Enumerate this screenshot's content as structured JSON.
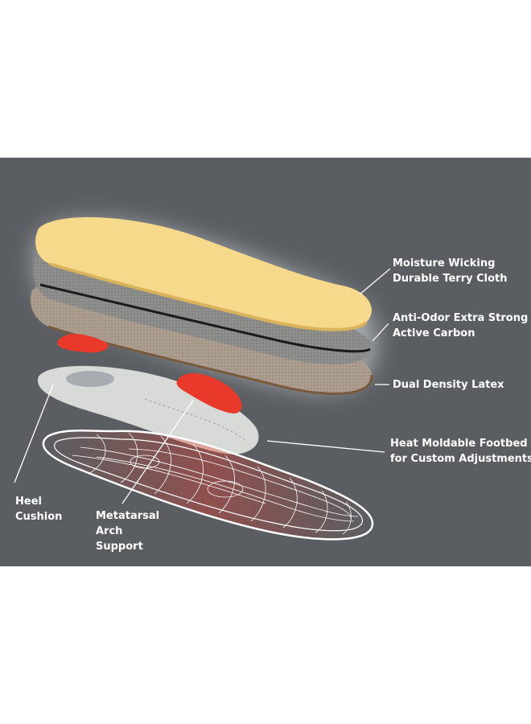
{
  "labels": {
    "terry_cloth": {
      "line1": "Moisture Wicking",
      "line2": "Durable Terry Cloth"
    },
    "carbon": {
      "line1": "Anti-Odor Extra Strong",
      "line2": "Active Carbon"
    },
    "latex": {
      "line1": "Dual Density Latex"
    },
    "footbed": {
      "line1": "Heat Moldable Footbed",
      "line2": "for Custom Adjustments"
    },
    "heel": {
      "line1": "Heel",
      "line2": "Cushion"
    },
    "metatarsal": {
      "line1": "Metatarsal",
      "line2": "Arch",
      "line3": "Support"
    }
  },
  "colors": {
    "background": "#5a5e62",
    "terry_cloth": "#f6d98a",
    "carbon": "#8a8a88",
    "latex": "#a99a8c",
    "footbed": "#d7dad6",
    "pad": "#e8392b",
    "wireframe": "#ffffff"
  }
}
